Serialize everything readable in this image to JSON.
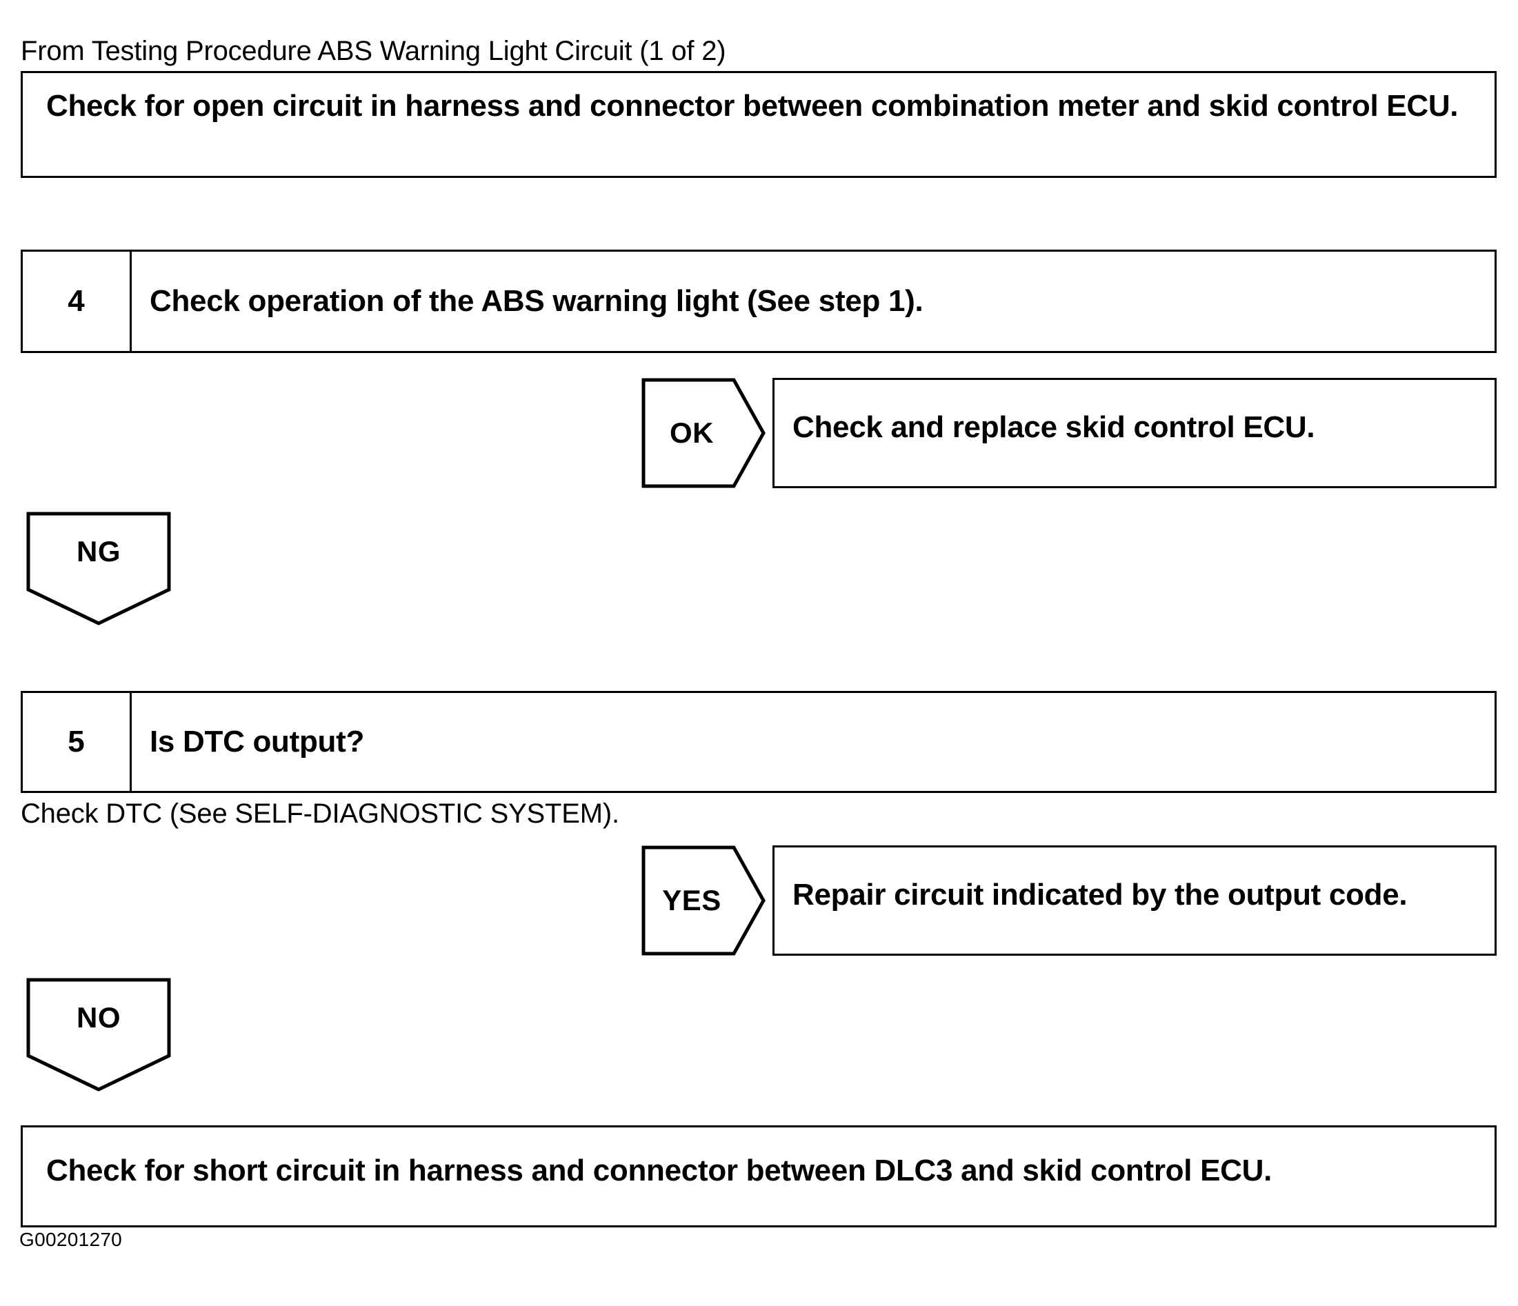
{
  "page": {
    "header_note": "From Testing Procedure ABS Warning Light Circuit (1 of 2)",
    "footer_code": "G00201270",
    "dtc_note": "Check DTC (See SELF-DIAGNOSTIC SYSTEM)."
  },
  "blocks": {
    "open_circuit_box": {
      "text": "Check for open circuit in harness and connector between combination meter and skid control ECU."
    },
    "step4": {
      "number": "4",
      "text": "Check operation of the ABS warning light (See step 1)."
    },
    "step4_ok_branch": {
      "label": "OK",
      "result": "Check and replace skid control ECU."
    },
    "step4_ng_branch": {
      "label": "NG"
    },
    "step5": {
      "number": "5",
      "text": "Is DTC output?"
    },
    "step5_yes_branch": {
      "label": "YES",
      "result": "Repair circuit indicated by the output code."
    },
    "step5_no_branch": {
      "label": "NO"
    },
    "short_circuit_box": {
      "text": "Check for short circuit in harness and connector between DLC3 and skid control ECU."
    }
  },
  "style": {
    "ink": "#000000",
    "paper": "#ffffff"
  }
}
